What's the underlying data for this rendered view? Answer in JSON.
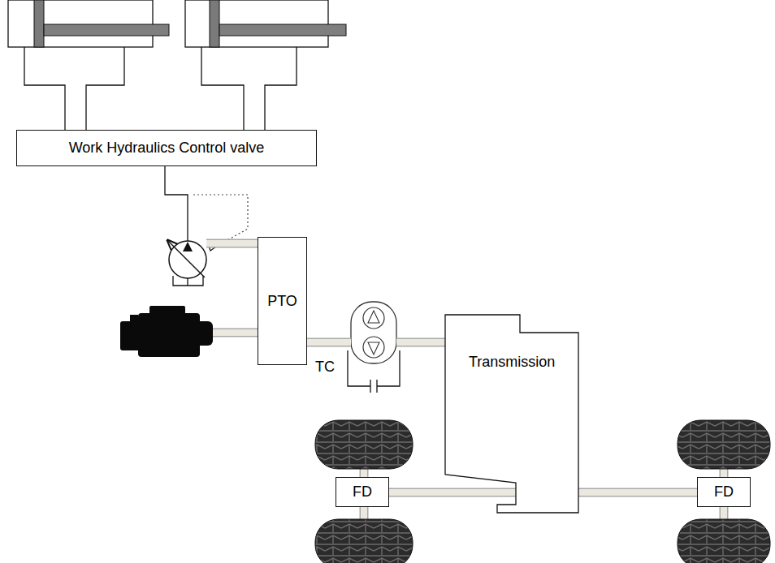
{
  "diagram": {
    "nodes": [
      {
        "text": [
          "Work Hydraulics Control valve"
        ]
      },
      {
        "text": [
          "PTO"
        ]
      },
      {
        "text": [
          "TC"
        ]
      },
      {
        "text": [
          "Transmission"
        ]
      },
      {
        "text": [
          "FD"
        ]
      },
      {
        "text": [
          "FD"
        ]
      }
    ],
    "edges": [
      {
        "from": 1,
        "to": 2,
        "arrow": "none"
      },
      {
        "from": 2,
        "to": 3,
        "arrow": "none"
      },
      {
        "from": 4,
        "to": 3,
        "arrow": "none"
      },
      {
        "from": 3,
        "to": 5,
        "arrow": "none"
      }
    ]
  }
}
